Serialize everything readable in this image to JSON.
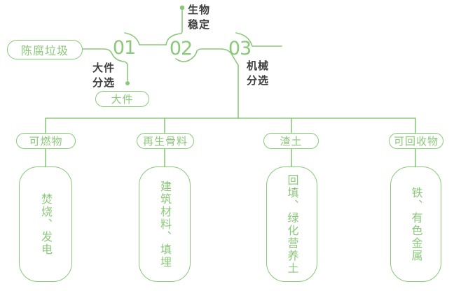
{
  "diagram": {
    "source_label": "陈腐垃圾",
    "steps": [
      {
        "number": "01",
        "label_line1": "大件",
        "label_line2": "分选",
        "output_label": "大件"
      },
      {
        "number": "02",
        "label_line1": "生物",
        "label_line2": "稳定"
      },
      {
        "number": "03",
        "label_line1": "机械",
        "label_line2": "分选"
      }
    ],
    "branches": [
      {
        "category": "可燃物",
        "detail": "焚烧、发电"
      },
      {
        "category": "再生骨料",
        "detail": "建筑材料、填埋"
      },
      {
        "category": "渣土",
        "detail": "回填、绿化营养土"
      },
      {
        "category": "可回收物",
        "detail": "铁、有色金属"
      }
    ],
    "colors": {
      "accent": "#8bc87a",
      "label": "#3e3e3e",
      "background": "#ffffff"
    }
  }
}
